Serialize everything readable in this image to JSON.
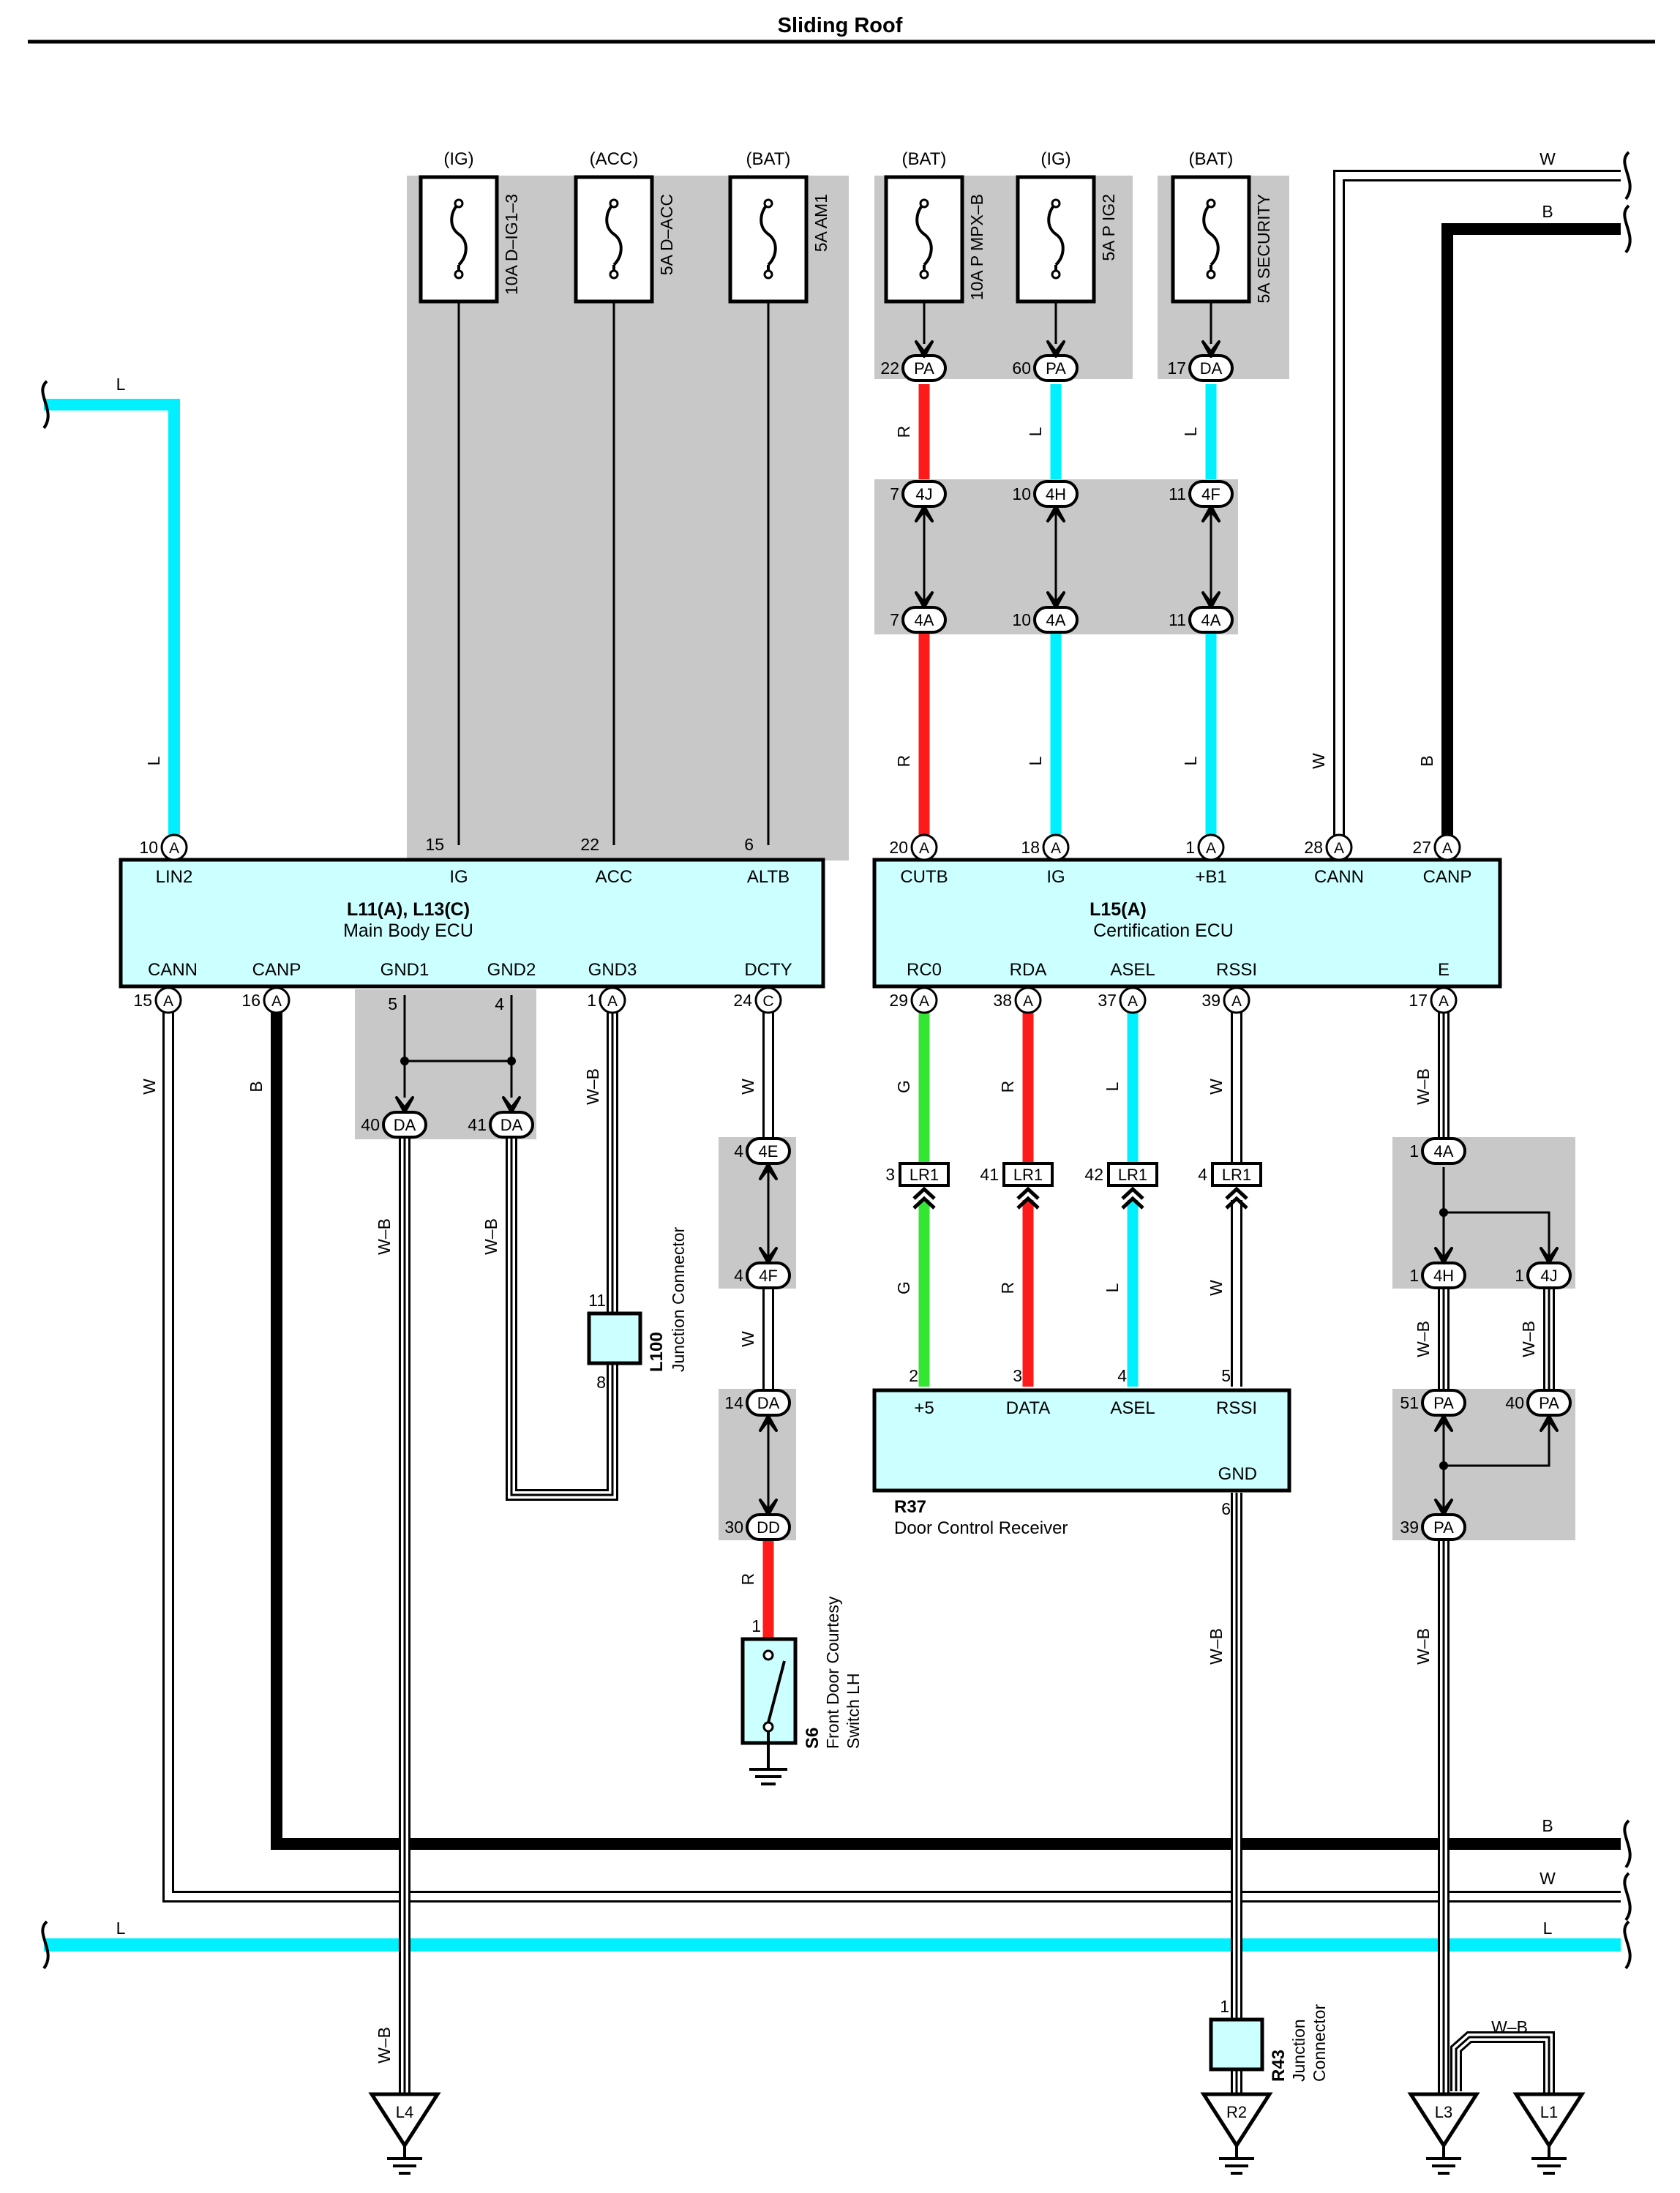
{
  "title": "Sliding Roof",
  "colors": {
    "L": "#00f0ff",
    "R": "#ff1a1a",
    "G": "#33e633",
    "B": "#000000",
    "W": "#ffffff",
    "panel": "#c8c8c8",
    "ecu": "#ccffff"
  },
  "fuses": [
    {
      "id": "f1",
      "label": "10A D–IG1–3",
      "source": "(IG)"
    },
    {
      "id": "f2",
      "label": "5A D–ACC",
      "source": "(ACC)"
    },
    {
      "id": "f3",
      "label": "5A AM1",
      "source": "(BAT)"
    },
    {
      "id": "f4",
      "label": "10A P MPX–B",
      "source": "(BAT)"
    },
    {
      "id": "f5",
      "label": "5A P IG2",
      "source": "(IG)"
    },
    {
      "id": "f6",
      "label": "5A SECURITY",
      "source": "(BAT)"
    }
  ],
  "ecu_main": {
    "name": "L11(A), L13(C)",
    "desc": "Main Body ECU",
    "top_pins": [
      {
        "label": "LIN2",
        "num": "10",
        "conn": "A"
      },
      {
        "label": "IG",
        "num": "15"
      },
      {
        "label": "ACC",
        "num": "22"
      },
      {
        "label": "ALTB",
        "num": "6"
      }
    ],
    "bottom_pins": [
      {
        "label": "CANN",
        "num": "15",
        "conn": "A"
      },
      {
        "label": "CANP",
        "num": "16",
        "conn": "A"
      },
      {
        "label": "GND1",
        "num": "5"
      },
      {
        "label": "GND2",
        "num": "4"
      },
      {
        "label": "GND3",
        "num": "1",
        "conn": "A"
      },
      {
        "label": "DCTY",
        "num": "24",
        "conn": "C"
      }
    ]
  },
  "ecu_cert": {
    "name": "L15(A)",
    "desc": "Certification ECU",
    "top_pins": [
      {
        "label": "CUTB",
        "num": "20",
        "conn": "A"
      },
      {
        "label": "IG",
        "num": "18",
        "conn": "A"
      },
      {
        "label": "+B1",
        "num": "1",
        "conn": "A"
      },
      {
        "label": "CANN",
        "num": "28",
        "conn": "A"
      },
      {
        "label": "CANP",
        "num": "27",
        "conn": "A"
      }
    ],
    "bottom_pins": [
      {
        "label": "RC0",
        "num": "29",
        "conn": "A"
      },
      {
        "label": "RDA",
        "num": "38",
        "conn": "A"
      },
      {
        "label": "ASEL",
        "num": "37",
        "conn": "A"
      },
      {
        "label": "RSSI",
        "num": "39",
        "conn": "A"
      },
      {
        "label": "E",
        "num": "17",
        "conn": "A"
      }
    ]
  },
  "receiver": {
    "name": "R37",
    "desc": "Door Control Receiver",
    "pins": [
      {
        "label": "+5",
        "num": "2"
      },
      {
        "label": "DATA",
        "num": "3"
      },
      {
        "label": "ASEL",
        "num": "4"
      },
      {
        "label": "RSSI",
        "num": "5"
      }
    ],
    "gnd_label": "GND",
    "gnd_num": "6"
  },
  "junction_l100": {
    "name": "L100",
    "desc": "Junction Connector",
    "pin_top": "11",
    "pin_bottom": "8"
  },
  "junction_r43": {
    "name": "R43",
    "desc1": "Junction",
    "desc2": "Connector",
    "pin": "1"
  },
  "switch_s6": {
    "name": "S6",
    "desc1": "Front Door Courtesy",
    "desc2": "Switch LH",
    "pin": "1"
  },
  "connectors": {
    "pa22": {
      "num": "22",
      "conn": "PA"
    },
    "pa60": {
      "num": "60",
      "conn": "PA"
    },
    "da17": {
      "num": "17",
      "conn": "DA"
    },
    "c4j7": {
      "num": "7",
      "conn": "4J"
    },
    "c4h10": {
      "num": "10",
      "conn": "4H"
    },
    "c4f11": {
      "num": "11",
      "conn": "4F"
    },
    "c4a7": {
      "num": "7",
      "conn": "4A"
    },
    "c4a10": {
      "num": "10",
      "conn": "4A"
    },
    "c4a11": {
      "num": "11",
      "conn": "4A"
    },
    "da40": {
      "num": "40",
      "conn": "DA"
    },
    "da41": {
      "num": "41",
      "conn": "DA"
    },
    "c4e4": {
      "num": "4",
      "conn": "4E"
    },
    "c4f4": {
      "num": "4",
      "conn": "4F"
    },
    "da14": {
      "num": "14",
      "conn": "DA"
    },
    "dd30": {
      "num": "30",
      "conn": "DD"
    },
    "lr3": {
      "num": "3",
      "conn": "LR1"
    },
    "lr41": {
      "num": "41",
      "conn": "LR1"
    },
    "lr42": {
      "num": "42",
      "conn": "LR1"
    },
    "lr4": {
      "num": "4",
      "conn": "LR1"
    },
    "c4a1": {
      "num": "1",
      "conn": "4A"
    },
    "c4h1": {
      "num": "1",
      "conn": "4H"
    },
    "c4j1": {
      "num": "1",
      "conn": "4J"
    },
    "pa51": {
      "num": "51",
      "conn": "PA"
    },
    "pa40": {
      "num": "40",
      "conn": "PA"
    },
    "pa39": {
      "num": "39",
      "conn": "PA"
    }
  },
  "grounds": {
    "l4": "L4",
    "r2": "R2",
    "l3": "L3",
    "l1": "L1"
  },
  "wire_labels": {
    "L": "L",
    "R": "R",
    "G": "G",
    "B": "B",
    "W": "W",
    "WB": "W–B"
  }
}
